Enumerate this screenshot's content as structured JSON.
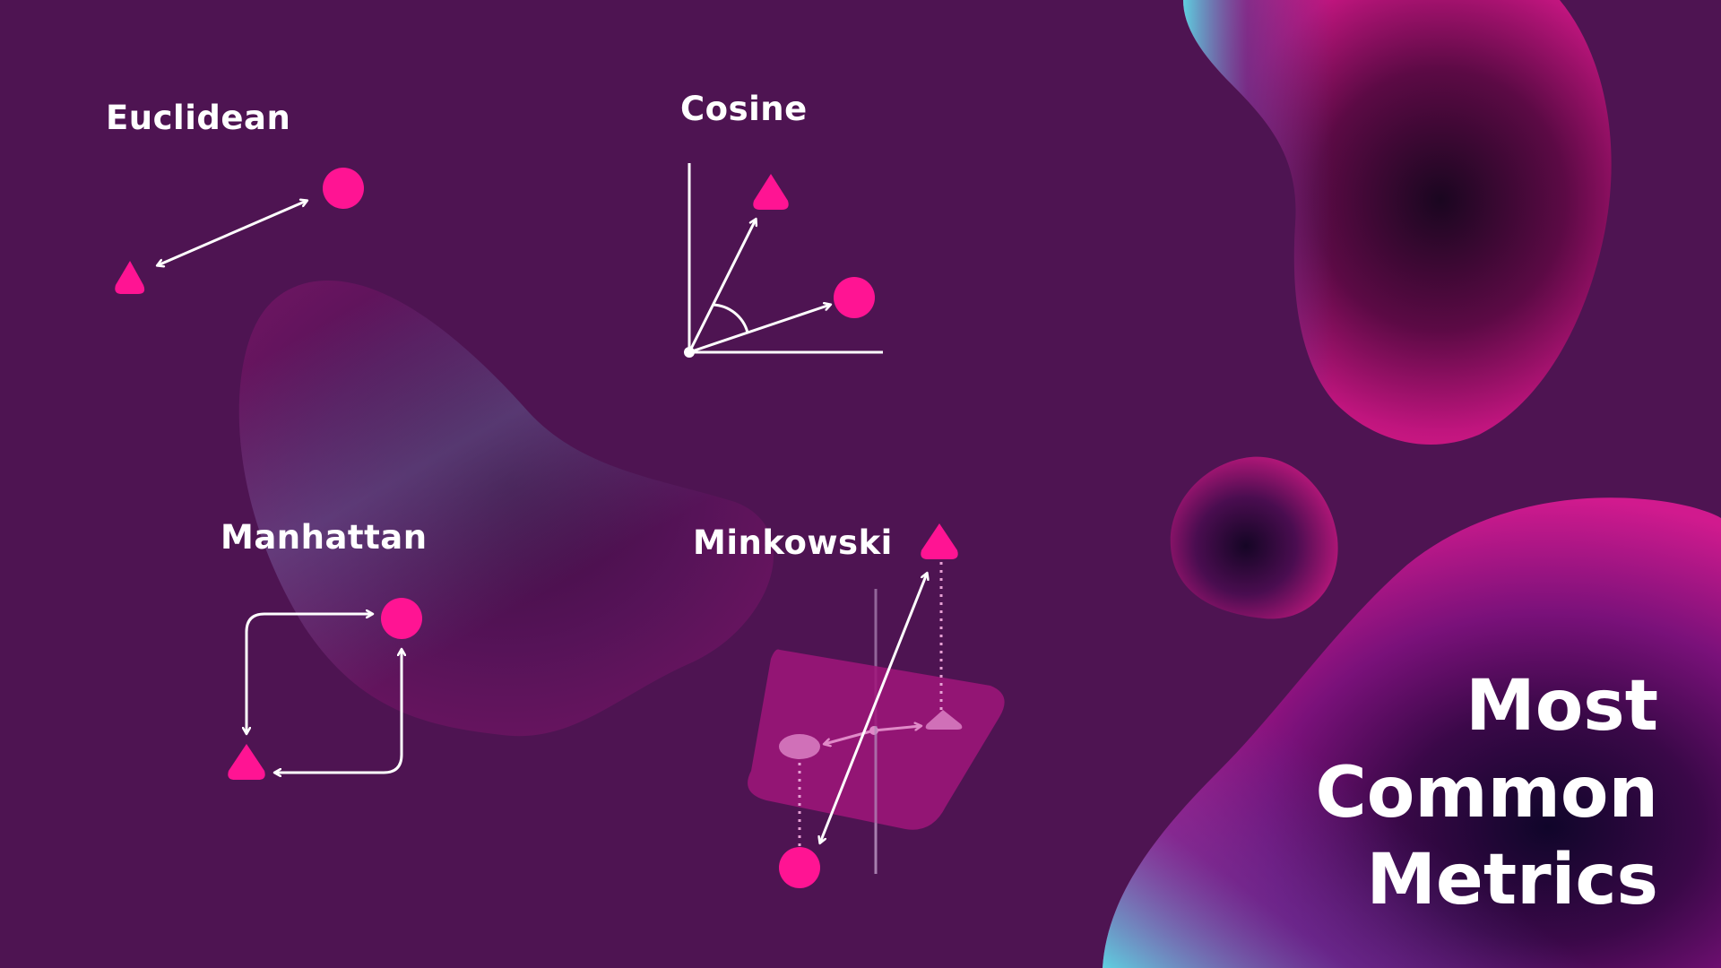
{
  "colors": {
    "background": "#4e1452",
    "accent": "#ff1493",
    "line": "#ffffff",
    "plane": "#a0157a"
  },
  "metrics": [
    {
      "name": "Euclidean",
      "icons": [
        "triangle-marker",
        "circle-marker"
      ]
    },
    {
      "name": "Cosine",
      "icons": [
        "triangle-marker",
        "circle-marker"
      ]
    },
    {
      "name": "Manhattan",
      "icons": [
        "triangle-marker",
        "circle-marker"
      ]
    },
    {
      "name": "Minkowski",
      "icons": [
        "triangle-marker",
        "circle-marker"
      ]
    }
  ],
  "title": {
    "line1": "Most",
    "line2": "Common",
    "line3": "Metrics"
  }
}
